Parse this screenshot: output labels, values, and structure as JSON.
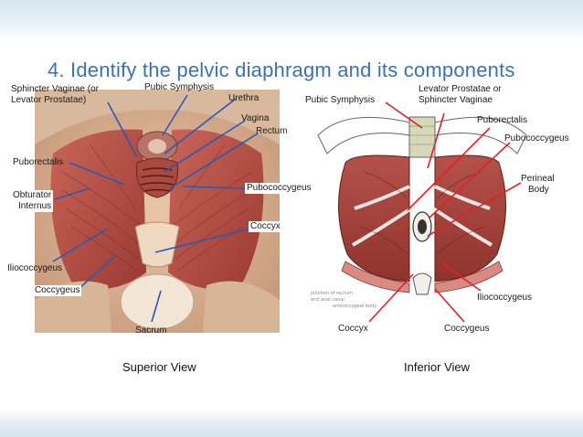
{
  "slide": {
    "title": "4. Identify the pelvic diaphragm and its components",
    "left_figure": {
      "caption": "Superior View",
      "labels": {
        "sphincter_vaginae": "Sphincter Vaginae (or",
        "levator_prostatae": "Levator Prostatae)",
        "pubic_symphysis": "Pubic Symphysis",
        "urethra": "Urethra",
        "vagina": "Vagina",
        "rectum": "Rectum",
        "puborectalis": "Puborectalis",
        "obturator_internus_1": "Obturator",
        "obturator_internus_2": "Internus",
        "pubococcygeus": "Pubococcygeus",
        "coccyx": "Coccyx",
        "iliococcygeus": "Iliococcygeus",
        "coccygeus": "Coccygeus",
        "sacrum": "Sacrum"
      }
    },
    "right_figure": {
      "caption": "Inferior View",
      "labels": {
        "pubic_symphysis": "Pubic Symphysis",
        "levator_prostatae_1": "Levator Prostatae or",
        "levator_prostatae_2": "Sphincter Vaginae",
        "puborectalis": "Puborectalis",
        "pubococcygeus": "Pubococcygeus",
        "perineal_body_1": "Perineal",
        "perineal_body_2": "Body",
        "iliococcygeus": "Iliococcygeus",
        "coccyx": "Coccyx",
        "coccygeus": "Coccygeus"
      }
    },
    "colors": {
      "title": "#3a73b4",
      "leader_left": "#2a5ab0",
      "leader_right": "#e0202a",
      "muscle": "#a8403a"
    }
  }
}
